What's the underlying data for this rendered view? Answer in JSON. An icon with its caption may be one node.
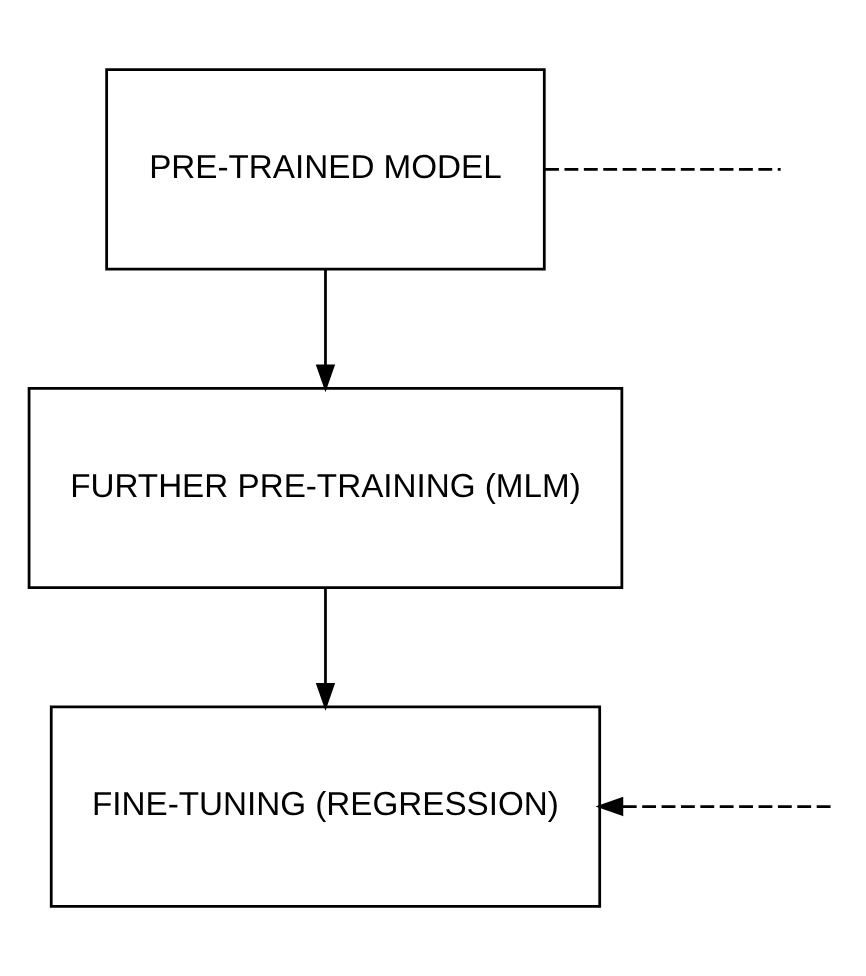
{
  "diagram": {
    "nodes": [
      {
        "text": [
          "PRE-TRAINED MODEL"
        ]
      },
      {
        "text": [
          "FURTHER PRE-TRAINING (MLM)"
        ]
      },
      {
        "text": [
          "FINE-TUNING (REGRESSION)"
        ]
      }
    ],
    "edges": [
      {
        "from": 0,
        "to": 1,
        "arrow": "to"
      },
      {
        "from": 1,
        "to": 2,
        "arrow": "to"
      },
      {
        "from": 0,
        "to": null,
        "arrow": "none",
        "style": "dashed"
      },
      {
        "from": null,
        "to": 2,
        "arrow": "to",
        "style": "dashed"
      }
    ]
  }
}
